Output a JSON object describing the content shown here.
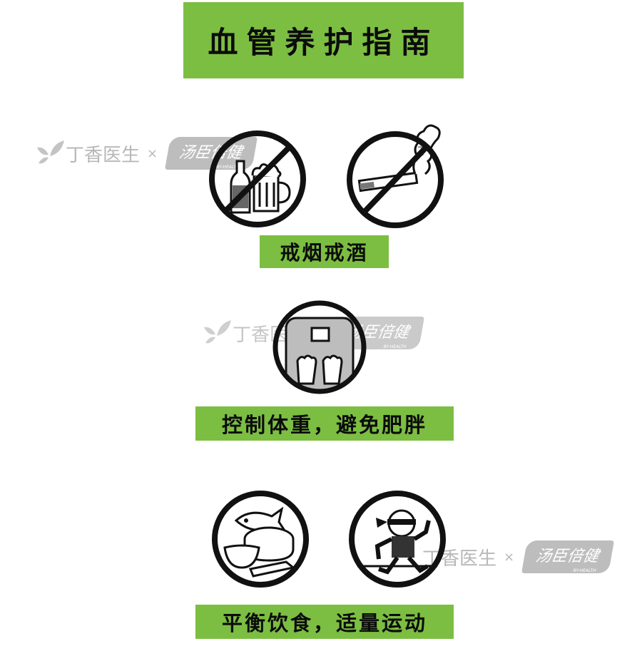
{
  "title": "血管养护指南",
  "sections": [
    {
      "caption": "戒烟戒酒",
      "icons": [
        "no-alcohol-icon",
        "no-smoking-icon"
      ]
    },
    {
      "caption": "控制体重，避免肥胖",
      "icons": [
        "weight-scale-icon"
      ]
    },
    {
      "caption": "平衡饮食，适量运动",
      "icons": [
        "healthy-food-icon",
        "running-person-icon"
      ]
    }
  ],
  "watermark": {
    "left": "丁香医生",
    "separator": "×",
    "right": "汤臣倍健",
    "right_sub": "BY-HEALTH"
  },
  "colors": {
    "accent": "#7cbe42",
    "text": "#0c0c0c",
    "watermark": "#b8b8b8"
  }
}
